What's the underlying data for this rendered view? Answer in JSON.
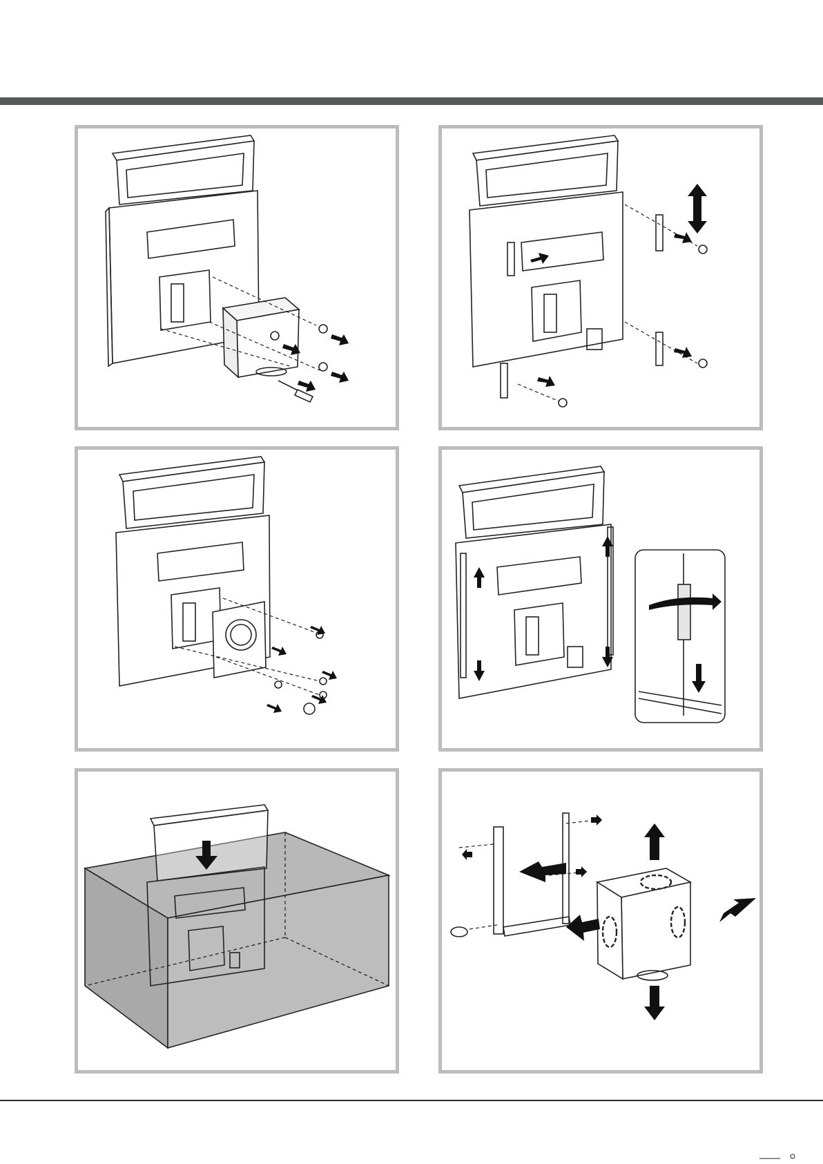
{
  "document": {
    "header_band_color": "#58595b",
    "panel_border_color": "#bcbcbc",
    "steps": [
      {
        "figure": "remove-motor-unit"
      },
      {
        "figure": "attach-mounting-brackets"
      },
      {
        "figure": "fit-front-outlet-plate"
      },
      {
        "figure": "adjust-height-brackets"
      },
      {
        "figure": "lower-into-worktop-cabinet"
      },
      {
        "figure": "reposition-motor-outlet"
      }
    ]
  }
}
